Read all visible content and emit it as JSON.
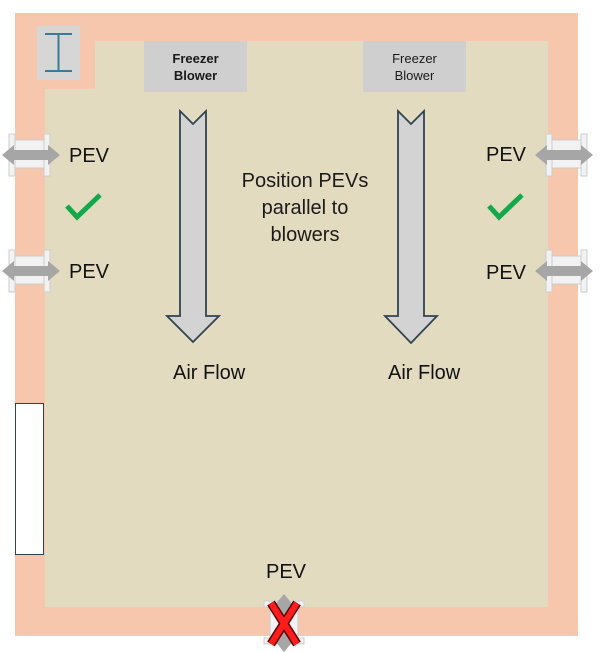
{
  "diagram": {
    "title_note": [
      "Position PEVs",
      "parallel to",
      "blowers"
    ],
    "blowers": [
      {
        "line1": "Freezer",
        "line2": "Blower",
        "bold": true
      },
      {
        "line1": "Freezer",
        "line2": "Blower",
        "bold": false
      }
    ],
    "airflow_labels": [
      "Air Flow",
      "Air Flow"
    ],
    "pev_labels": {
      "left_top": "PEV",
      "left_bottom": "PEV",
      "right_top": "PEV",
      "right_bottom": "PEV",
      "bottom": "PEV"
    },
    "status": {
      "left": "correct",
      "right": "correct",
      "bottom": "incorrect"
    },
    "icons": {
      "top_left": "i-beam-icon",
      "check": "checkmark-icon",
      "cross": "x-mark-icon",
      "pev": "double-arrow-pev-icon",
      "airflow": "down-arrow-icon"
    },
    "colors": {
      "wall": "#f6c6ad",
      "floor": "#e3dbbf",
      "blower": "#d0cfcf",
      "arrow_fill": "#d3d3d3",
      "arrow_stroke": "#2f4452",
      "check": "#13a84b",
      "cross": "#ff1c1c",
      "ibeam": "#3b7a99"
    }
  }
}
